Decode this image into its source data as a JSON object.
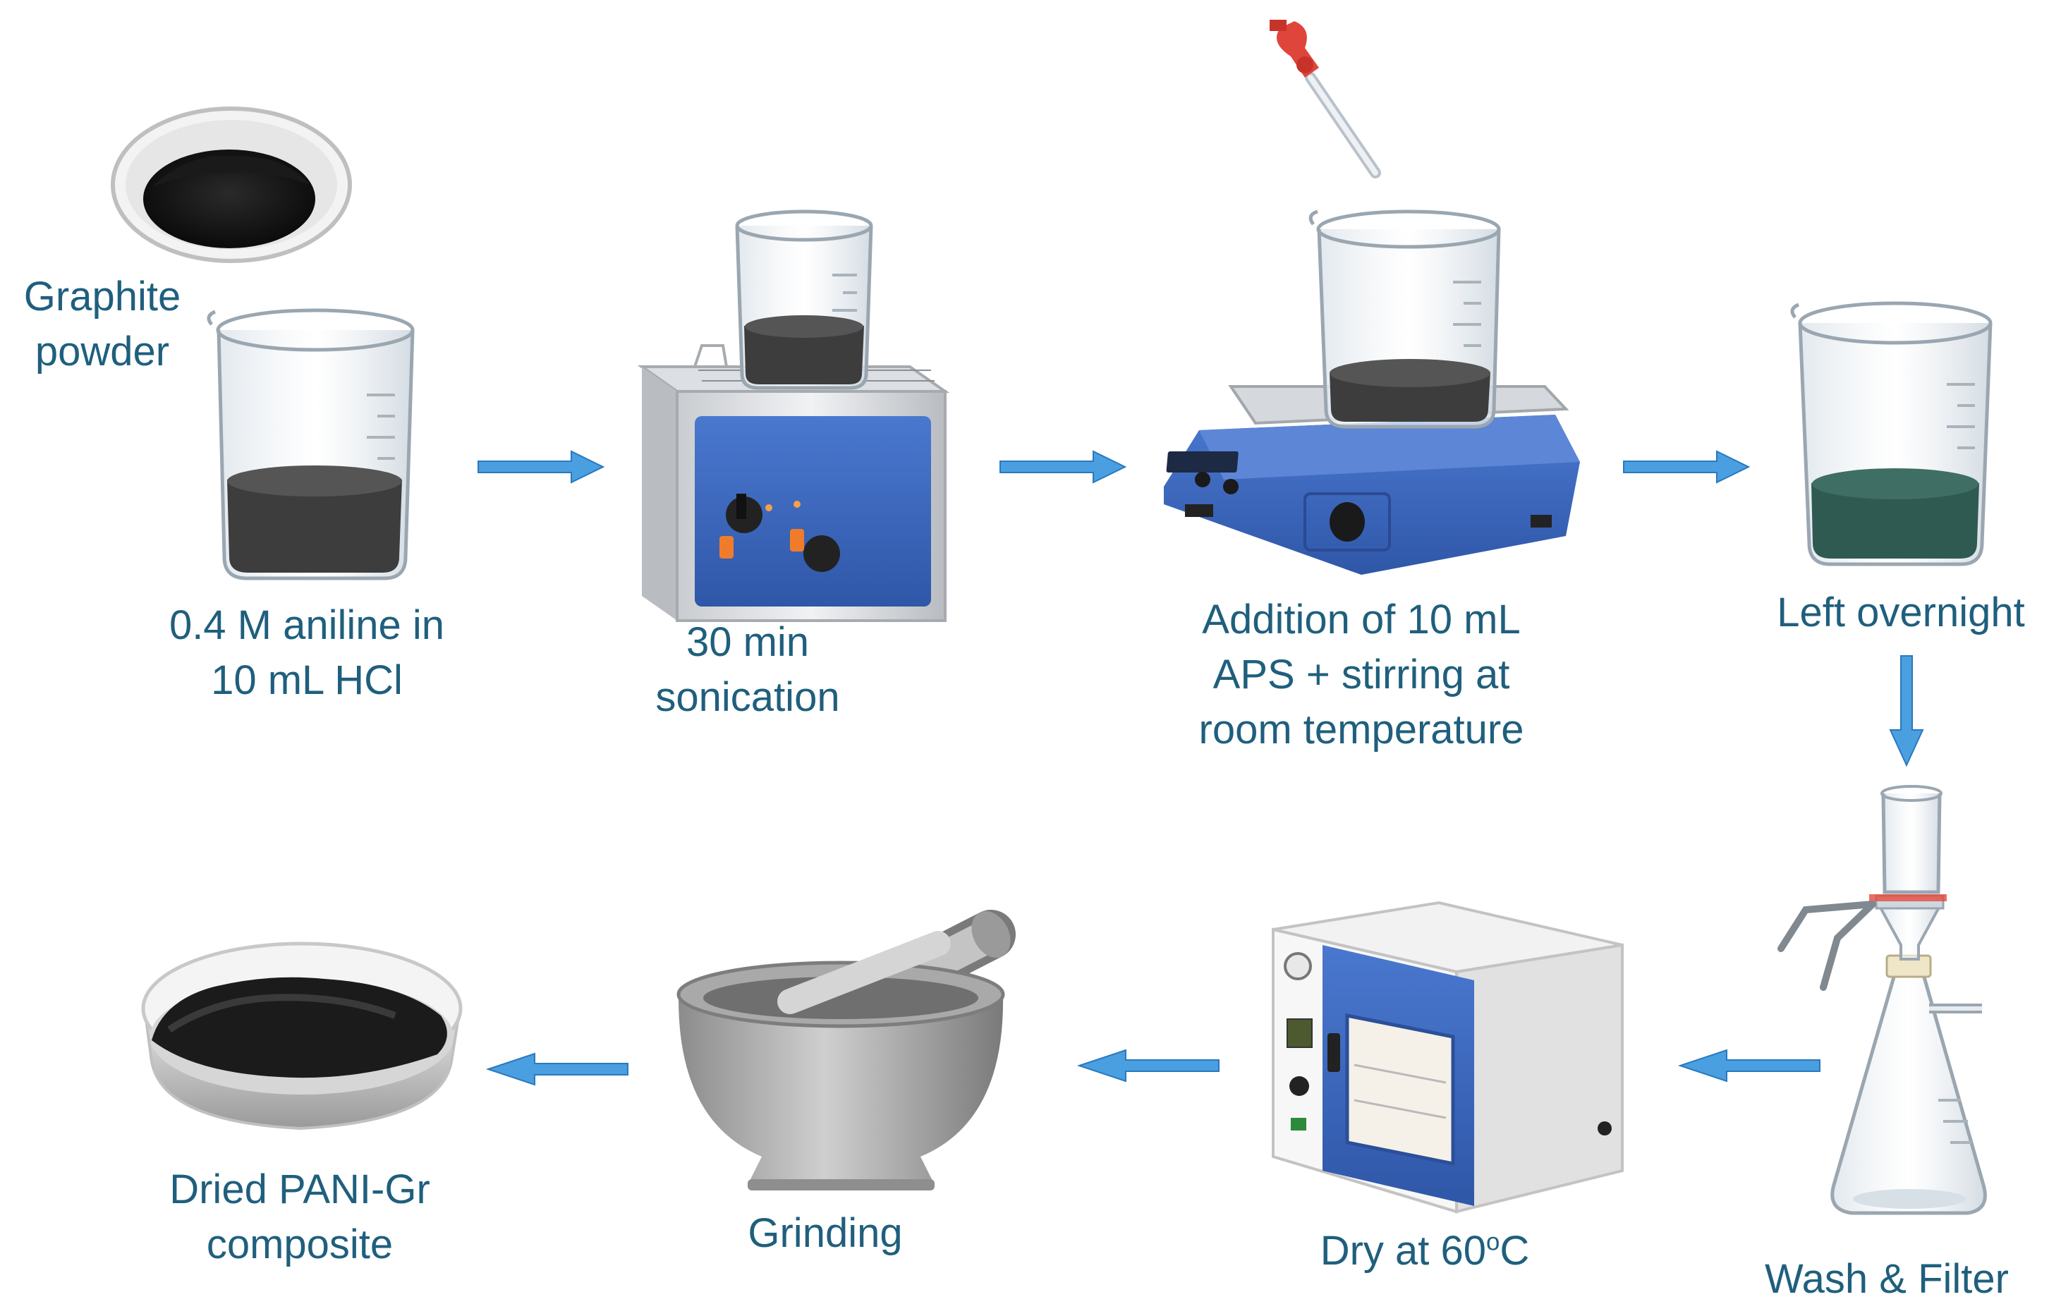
{
  "labels": {
    "graphite": [
      "Graphite",
      "powder"
    ],
    "aniline": [
      "0.4 M aniline in",
      "10 mL HCl"
    ],
    "sonication": [
      "30 min",
      "sonication"
    ],
    "addition": [
      "Addition of 10 mL",
      "APS + stirring at",
      "room temperature"
    ],
    "overnight": "Left overnight",
    "wash": "Wash & Filter",
    "dry": {
      "text": "Dry at 60",
      "sup": "o",
      "unit": "C"
    },
    "grinding": "Grinding",
    "dried": [
      "Dried PANI-Gr",
      "composite"
    ]
  },
  "colors": {
    "text": "#1f5f7d",
    "arrow": "#4a9fe0",
    "instrument_blue": "#3a63b8",
    "solution_dark": "#3d3d3d",
    "solution_green": "#2f5a52"
  }
}
